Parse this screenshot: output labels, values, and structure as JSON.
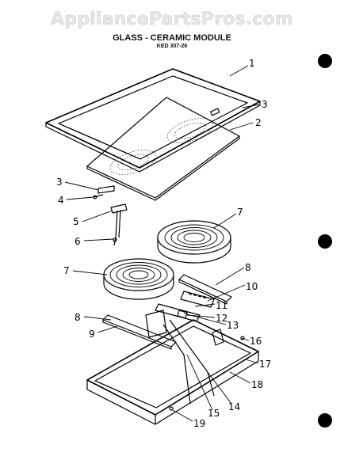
{
  "watermark": "AppliancePartsPros.com",
  "title": "GLASS - CERAMIC MODULE",
  "subtitle": "KED 307-26",
  "callouts": [
    {
      "id": "c1",
      "text": "1"
    },
    {
      "id": "c3a",
      "text": "3"
    },
    {
      "id": "c2",
      "text": "2"
    },
    {
      "id": "c3b",
      "text": "3"
    },
    {
      "id": "c4",
      "text": "4"
    },
    {
      "id": "c5",
      "text": "5"
    },
    {
      "id": "c6",
      "text": "6"
    },
    {
      "id": "c7a",
      "text": "7"
    },
    {
      "id": "c7b",
      "text": "7"
    },
    {
      "id": "c8a",
      "text": "8"
    },
    {
      "id": "c10",
      "text": "10"
    },
    {
      "id": "c11",
      "text": "11"
    },
    {
      "id": "c12",
      "text": "12"
    },
    {
      "id": "c13",
      "text": "13"
    },
    {
      "id": "c8b",
      "text": "8"
    },
    {
      "id": "c9",
      "text": "9"
    },
    {
      "id": "c16",
      "text": "16"
    },
    {
      "id": "c17",
      "text": "17"
    },
    {
      "id": "c18",
      "text": "18"
    },
    {
      "id": "c14",
      "text": "14"
    },
    {
      "id": "c15",
      "text": "15"
    },
    {
      "id": "c19",
      "text": "19"
    }
  ]
}
